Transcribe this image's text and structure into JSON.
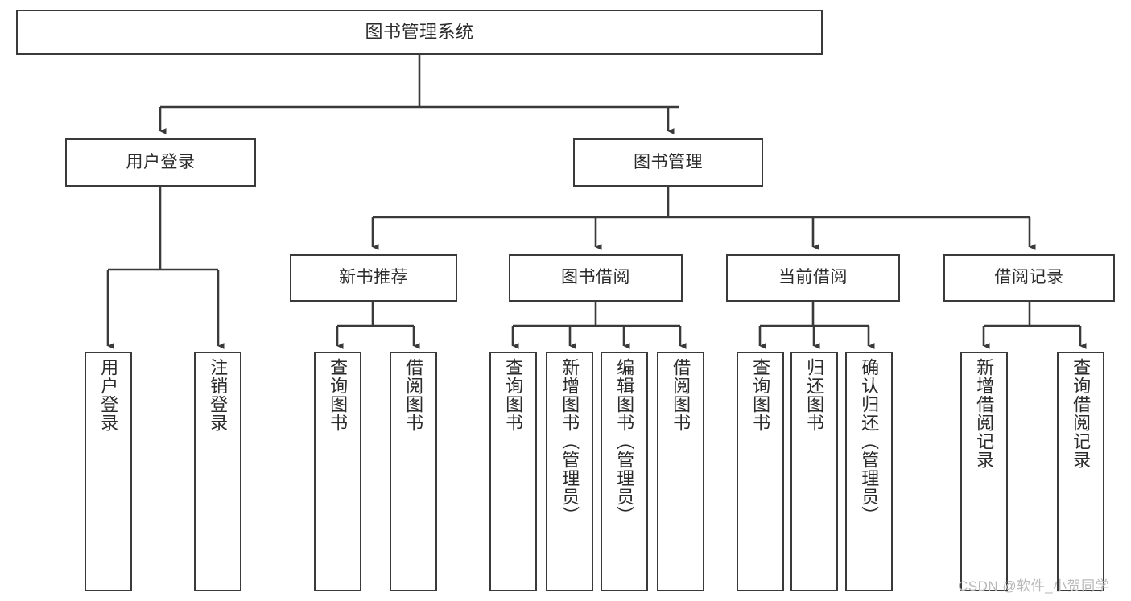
{
  "diagram": {
    "type": "tree-hierarchy",
    "title": "图书管理系统",
    "watermark": "CSDN @软件_小贺同学",
    "stroke_color": "#3a3a3a",
    "text_color": "#2b2b2b",
    "background_color": "#ffffff",
    "watermark_color": "#b9b9b9"
  },
  "nodes": {
    "root": {
      "label": "图书管理系统"
    },
    "level2": [
      {
        "label": "用户登录"
      },
      {
        "label": "图书管理"
      }
    ],
    "level3": [
      {
        "label": "新书推荐"
      },
      {
        "label": "图书借阅"
      },
      {
        "label": "当前借阅"
      },
      {
        "label": "借阅记录"
      }
    ],
    "leaves": {
      "user_login": [
        {
          "label": "用户登录"
        },
        {
          "label": "注销登录"
        }
      ],
      "new_book_recommend": [
        {
          "label": "查询图书"
        },
        {
          "label": "借阅图书"
        }
      ],
      "book_borrow": [
        {
          "label": "查询图书"
        },
        {
          "label": "新增图书（管理员）"
        },
        {
          "label": "编辑图书（管理员）"
        },
        {
          "label": "借阅图书"
        }
      ],
      "current_borrow": [
        {
          "label": "查询图书"
        },
        {
          "label": "归还图书"
        },
        {
          "label": "确认归还（管理员）"
        }
      ],
      "borrow_record": [
        {
          "label": "新增借阅记录"
        },
        {
          "label": "查询借阅记录"
        }
      ]
    }
  }
}
